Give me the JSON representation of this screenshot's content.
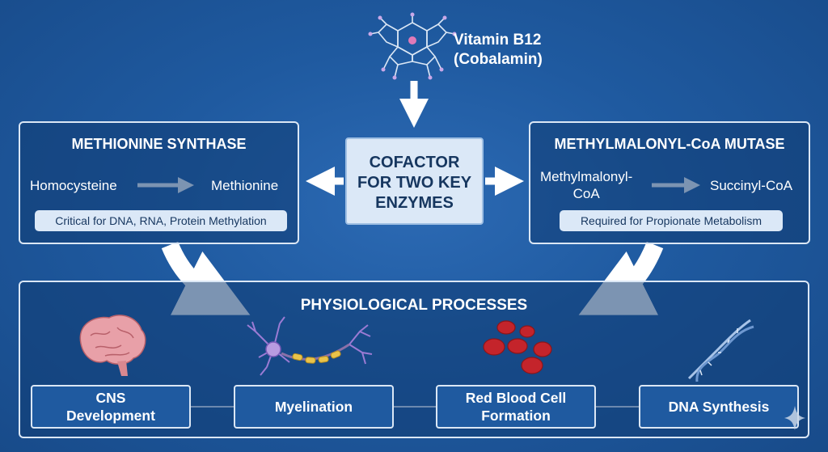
{
  "vitamin": {
    "line1": "Vitamin B12",
    "line2": "(Cobalamin)"
  },
  "center": {
    "line1": "COFACTOR",
    "line2": "FOR TWO KEY",
    "line3": "ENZYMES"
  },
  "left_enzyme": {
    "title": "METHIONINE SYNTHASE",
    "substrate": "Homocysteine",
    "product": "Methionine",
    "note": "Critical for DNA, RNA, Protein Methylation"
  },
  "right_enzyme": {
    "title": "METHYLMALONYL-CoA MUTASE",
    "substrate_line1": "Methylmalonyl-",
    "substrate_line2": "CoA",
    "product": "Succinyl-CoA",
    "note": "Required for Propionate Metabolism"
  },
  "physiology": {
    "title": "PHYSIOLOGICAL PROCESSES",
    "processes": [
      {
        "line1": "CNS",
        "line2": "Development",
        "icon": "brain-icon"
      },
      {
        "line1": "Myelination",
        "line2": "",
        "icon": "neuron-icon"
      },
      {
        "line1": "Red Blood Cell",
        "line2": "Formation",
        "icon": "red-blood-cells-icon"
      },
      {
        "line1": "DNA Synthesis",
        "line2": "",
        "icon": "dna-helix-icon"
      }
    ]
  },
  "colors": {
    "background": "#1f5aa0",
    "center_box": "#dbe8f7",
    "brain": "#e8a0a8",
    "rbc": "#c4242b",
    "axon": "#e9c34a",
    "neuron": "#9b7bd4"
  }
}
